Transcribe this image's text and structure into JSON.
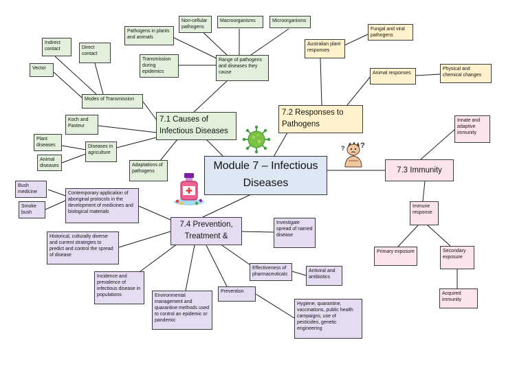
{
  "center": "Module 7 – Infectious Diseases",
  "topics": {
    "causes": "7.1 Causes of Infectious Diseases",
    "responses": "7.2 Responses to Pathogens",
    "immunity": "7.3 Immunity",
    "prevention": "7.4 Prevention, Treatment &"
  },
  "causes": {
    "range": "Range of pathogens and diseases they cause",
    "plants_animals": "Pathogens in plants and animals",
    "non_cellular": "Non-cellular pathogens",
    "macro": "Macroorganisms",
    "micro": "Microorganisms",
    "epidemics": "Transmission during epidemics",
    "modes": "Modes of Transmission",
    "indirect": "Indirect contact",
    "direct": "Direct contact",
    "vector": "Vector",
    "koch": "Koch and Pasteur",
    "agriculture": "Diseases in agriculture",
    "plant_diseases": "Plant diseases",
    "animal_diseases": "Animal diseases",
    "adaptations": "Adaptations of pathogens"
  },
  "responses": {
    "australian": "Australian plant responses",
    "fungal": "Fungal and viral pathogens",
    "animal": "Animal responses",
    "physical": "Physical and chemical changes"
  },
  "immunity": {
    "innate": "Innate and adaptive immunity",
    "immune_response": "Immune response",
    "primary": "Primary exposure",
    "secondary": "Secondary exposure",
    "acquired": "Acquired immunity"
  },
  "prevention": {
    "bush_medicine": "Bush medicine",
    "smoke_bush": "Smoke bush",
    "aboriginal": "Contemporary application of aboriginal protocols in the development of medicines and biological materials",
    "historical": "Historical, culturally diverse and current strategies to predict and control the spread of disease",
    "incidence": "Incidence and prevalence of infectious disease in populations",
    "environmental": "Environmental management and quarantine methods used to control an epidemic or pandemic",
    "prevention": "Prevention",
    "hygiene": "Hygiene, quarantine, vaccinations, public health campaigns, use of pesticides, genetic engineering",
    "effectiveness": "Effectiveness of pharmaceuticals",
    "antiviral": "Antiviral and antibiotics",
    "investigate": "Investigate spread of named disease"
  },
  "icons": [
    "virus-icon",
    "thinking-person-icon",
    "medicine-bottle-icon"
  ],
  "colors": {
    "causes": "#e2efda",
    "responses": "#fff2cc",
    "immunity": "#fce4ec",
    "prevention": "#e6dcf2",
    "center": "#dde8f4"
  }
}
